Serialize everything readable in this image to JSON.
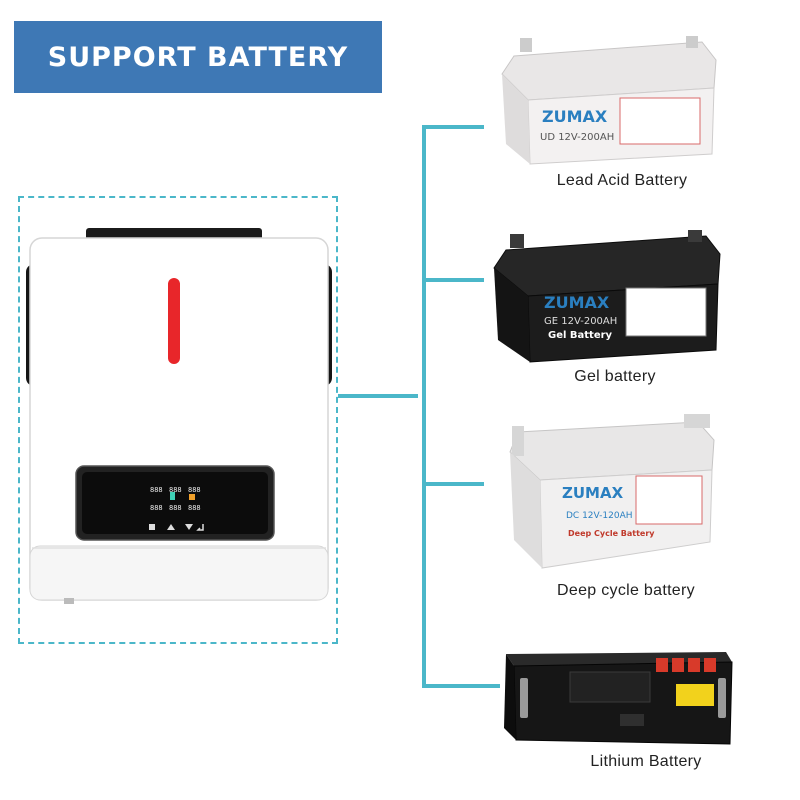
{
  "banner": {
    "title": "SUPPORT BATTERY"
  },
  "colors": {
    "banner_bg": "#3e78b5",
    "connector": "#4bb7c9",
    "indicator": "#e8262a",
    "screen_bg": "#111111"
  },
  "inverter": {
    "icon": "solar-inverter-icon",
    "display_readouts": [
      "888",
      "888",
      "888",
      "888",
      "888",
      "888"
    ]
  },
  "batteries": [
    {
      "id": "lead-acid",
      "label": "Lead Acid Battery",
      "brand": "ZUMAX",
      "model": "UD 12V-200AH",
      "case_color": "#f3f1f1",
      "icon": "lead-acid-battery-icon"
    },
    {
      "id": "gel",
      "label": "Gel battery",
      "brand": "ZUMAX",
      "model": "GE 12V-200AH",
      "subtitle": "Gel Battery",
      "case_color": "#1c1c1c",
      "icon": "gel-battery-icon"
    },
    {
      "id": "deep-cycle",
      "label": "Deep cycle battery",
      "brand": "ZUMAX",
      "model": "DC 12V-120AH",
      "subtitle": "Deep Cycle Battery",
      "case_color": "#f1f0f0",
      "icon": "deep-cycle-battery-icon"
    },
    {
      "id": "lithium",
      "label": "Lithium Battery",
      "case_color": "#161616",
      "icon": "lithium-battery-icon"
    }
  ]
}
